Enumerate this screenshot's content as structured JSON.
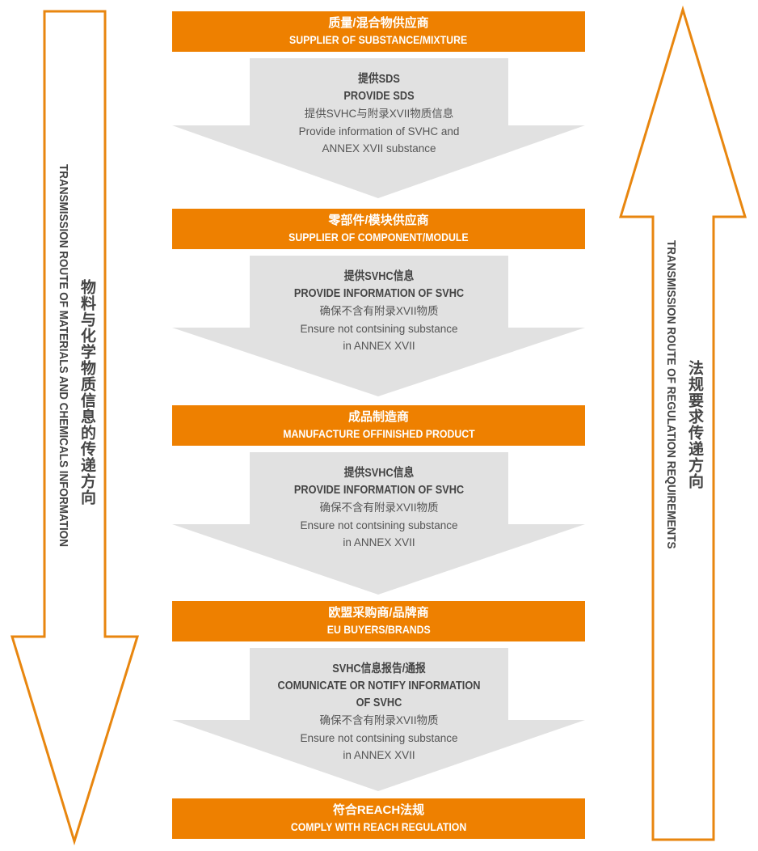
{
  "colors": {
    "orange": "#ee8000",
    "gray": "#e1e1e1",
    "outline": "#e8860f"
  },
  "left_arrow": {
    "zh": "物料与化学物质信息的传递方向",
    "en": "TRANSMISSION ROUTE OF MATERIALS AND CHEMICALS INFORMATION"
  },
  "right_arrow": {
    "zh": "法规要求传递方向",
    "en": "TRANSMISSION ROUTE OF REGULATION REQUIREMENTS"
  },
  "stages": [
    {
      "zh": "质量/混合物供应商",
      "en": "SUPPLIER OF SUBSTANCE/MIXTURE"
    },
    {
      "zh": "零部件/模块供应商",
      "en": "SUPPLIER OF COMPONENT/MODULE"
    },
    {
      "zh": "成品制造商",
      "en": "MANUFACTURE OFFINISHED PRODUCT"
    },
    {
      "zh": "欧盟采购商/品牌商",
      "en": "EU BUYERS/BRANDS"
    },
    {
      "zh": "符合REACH法规",
      "en": "COMPLY WITH REACH REGULATION"
    }
  ],
  "steps": [
    {
      "title_zh": "提供SDS",
      "title_en": [
        "PROVIDE SDS"
      ],
      "desc_zh": "提供SVHC与附录XVII物质信息",
      "desc_en": [
        "Provide information of SVHC and",
        "ANNEX XVII substance"
      ]
    },
    {
      "title_zh": "提供SVHC信息",
      "title_en": [
        "PROVIDE INFORMATION OF SVHC"
      ],
      "desc_zh": "确保不含有附录XVII物质",
      "desc_en": [
        "Ensure not contsining substance",
        "in ANNEX XVII"
      ]
    },
    {
      "title_zh": "提供SVHC信息",
      "title_en": [
        "PROVIDE INFORMATION OF SVHC"
      ],
      "desc_zh": "确保不含有附录XVII物质",
      "desc_en": [
        "Ensure not contsining substance",
        "in ANNEX XVII"
      ]
    },
    {
      "title_zh": "SVHC信息报告/通报",
      "title_en": [
        "COMUNICATE OR NOTIFY INFORMATION",
        "OF SVHC"
      ],
      "desc_zh": "确保不含有附录XVII物质",
      "desc_en": [
        "Ensure not contsining substance",
        "in ANNEX XVII"
      ]
    }
  ]
}
